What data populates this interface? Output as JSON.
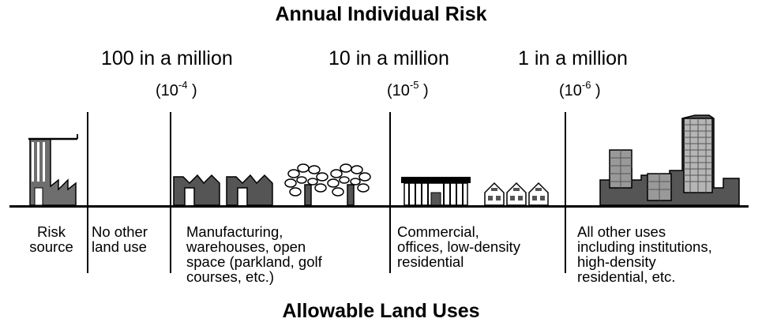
{
  "title": "Annual Individual Risk",
  "footer_title": "Allowable Land Uses",
  "risk_levels": [
    {
      "label": "100 in a million",
      "exp_base": "(10",
      "exp_power": "-4",
      "exp_close": " )"
    },
    {
      "label": "10 in a million",
      "exp_base": "(10",
      "exp_power": "-5",
      "exp_close": " )"
    },
    {
      "label": "1 in a million",
      "exp_base": "(10",
      "exp_power": "-6",
      "exp_close": " )"
    }
  ],
  "zones": [
    {
      "label": "Risk\nsource",
      "icon": "factory-tower-icon"
    },
    {
      "label": "No other\nland use"
    },
    {
      "label": "Manufacturing,\nwarehouses, open\nspace (parkland, golf\ncourses, etc.)",
      "icon": "factories-and-trees-icon"
    },
    {
      "label": "Commercial,\noffices, low-density\nresidential",
      "icon": "shops-and-houses-icon"
    },
    {
      "label": "All other uses\nincluding institutions,\nhigh-density\nresidential, etc.",
      "icon": "city-skyline-icon"
    }
  ],
  "colors": {
    "ink": "#000000",
    "building_fill": "#555555",
    "building_light": "#9a9a9a"
  }
}
